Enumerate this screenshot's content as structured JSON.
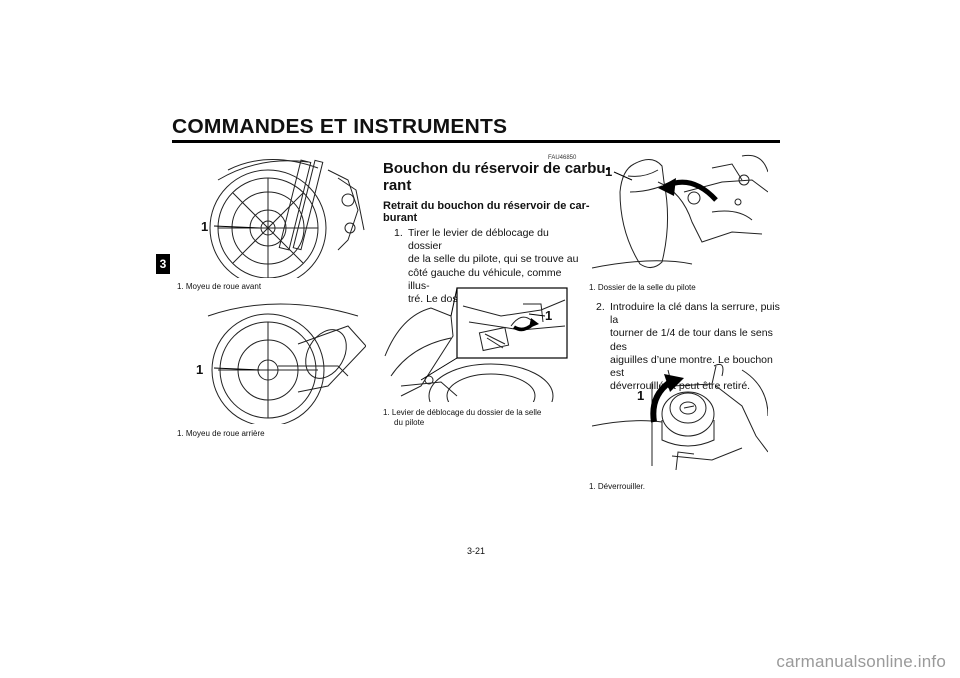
{
  "header": {
    "title": "COMMANDES ET INSTRUMENTS",
    "chapter": "3"
  },
  "figures": {
    "front_hub": {
      "callout": "1",
      "caption": "1.  Moyeu de roue avant"
    },
    "rear_hub": {
      "callout": "1",
      "caption": "1.  Moyeu de roue arrière"
    },
    "backrest_lever": {
      "callout": "1",
      "caption_line1": "1.  Levier de déblocage du dossier de la selle",
      "caption_line2": "du pilote"
    },
    "backrest": {
      "callout": "1",
      "caption": "1.  Dossier de la selle du pilote"
    },
    "unlock": {
      "callout": "1",
      "caption": "1.  Déverrouiller."
    }
  },
  "section": {
    "code": "FAU46850",
    "title_line1": "Bouchon du réservoir de carbu-",
    "title_line2": "rant",
    "subhead_line1": "Retrait du bouchon du réservoir de car-",
    "subhead_line2": "burant",
    "steps": [
      {
        "num": "1.",
        "lines": [
          "Tirer le levier de déblocage du dossier",
          "de la selle du pilote, qui se trouve au",
          "côté gauche du véhicule, comme illus-",
          "tré. Le dossier glisse vers l’avant."
        ]
      },
      {
        "num": "2.",
        "lines": [
          "Introduire la clé dans la serrure, puis la",
          "tourner de 1/4 de tour dans le sens des",
          "aiguilles d’une montre. Le bouchon est",
          "déverrouillé et peut être retiré."
        ]
      }
    ]
  },
  "footer": {
    "page": "3-21",
    "watermark": "carmanualsonline.info"
  }
}
